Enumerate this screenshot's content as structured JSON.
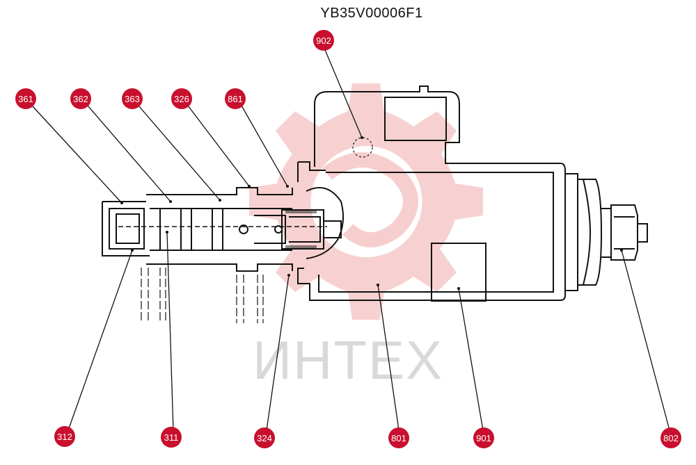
{
  "diagram": {
    "part_number": "YB35V00006F1",
    "watermark_text": "ИНТЕХ",
    "callouts": [
      {
        "id": "902",
        "label": "902"
      },
      {
        "id": "361",
        "label": "361"
      },
      {
        "id": "362",
        "label": "362"
      },
      {
        "id": "363",
        "label": "363"
      },
      {
        "id": "326",
        "label": "326"
      },
      {
        "id": "861",
        "label": "861"
      },
      {
        "id": "312",
        "label": "312"
      },
      {
        "id": "311",
        "label": "311"
      },
      {
        "id": "324",
        "label": "324"
      },
      {
        "id": "801",
        "label": "801"
      },
      {
        "id": "901",
        "label": "901"
      },
      {
        "id": "802",
        "label": "802"
      }
    ]
  },
  "colors": {
    "callout_fill": "#c8102e",
    "callout_text": "#ffffff",
    "line": "#111111",
    "watermark": "#f4c4c4",
    "watermark_text": "#d9d9d9"
  }
}
